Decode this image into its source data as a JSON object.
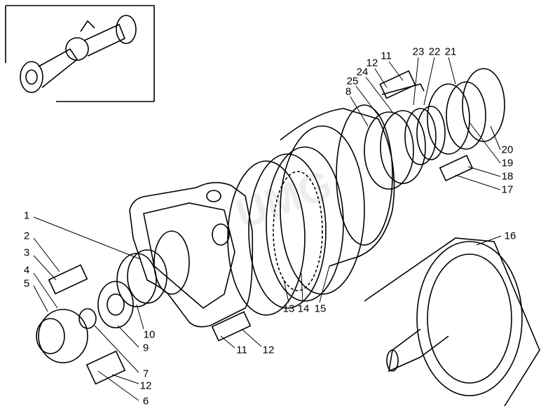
{
  "diagram": {
    "watermark": "UMG",
    "callouts": {
      "c1": "1",
      "c2": "2",
      "c3": "3",
      "c4": "4",
      "c5": "5",
      "c6": "6",
      "c7": "7",
      "c12a": "12",
      "c9": "9",
      "c10": "10",
      "c11b": "11",
      "c12b": "12",
      "c13": "13",
      "c14": "14",
      "c15": "15",
      "c16": "16",
      "c17": "17",
      "c18": "18",
      "c19": "19",
      "c20": "20",
      "c21": "21",
      "c22": "22",
      "c23": "23",
      "c24": "24",
      "c25": "25",
      "c8": "8",
      "c11t": "11",
      "c12t": "12"
    }
  }
}
